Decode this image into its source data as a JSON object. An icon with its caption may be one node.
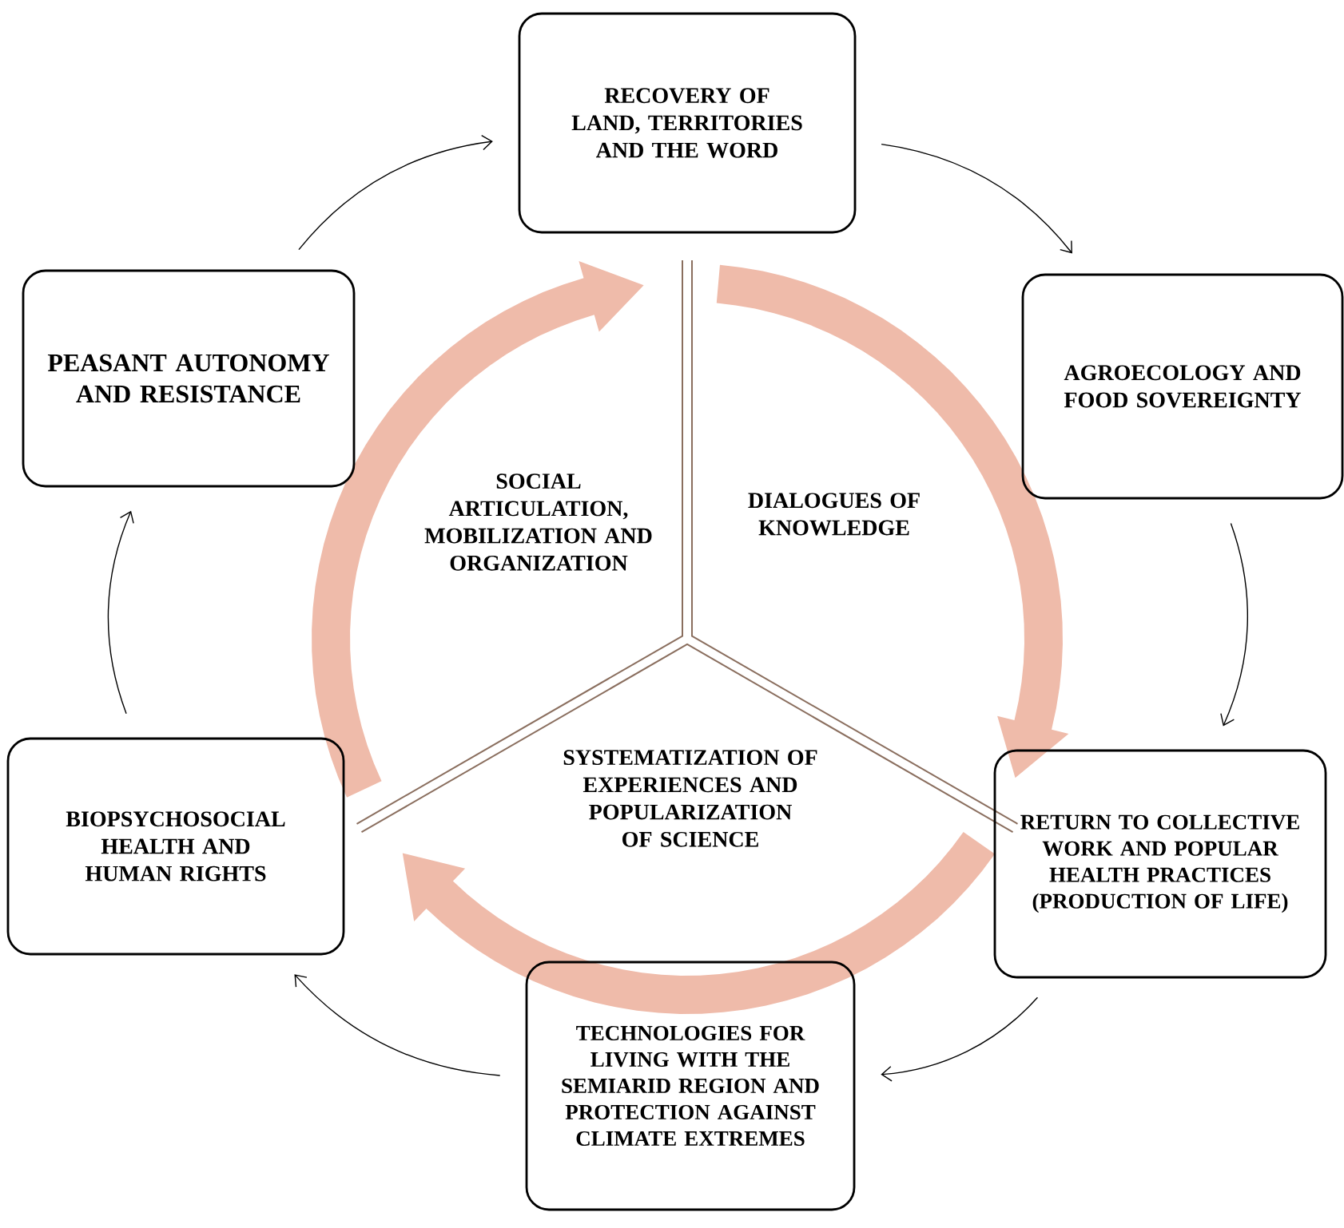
{
  "diagram": {
    "nodes": [
      {
        "text": [
          "RECOVERY OF LAND, TERRITORIES AND THE WORD"
        ]
      },
      {
        "text": [
          "PEASANT AUTONOMY AND RESISTANCE"
        ]
      },
      {
        "text": [
          "AGROECOLOGY AND FOOD SOVEREIGNTY"
        ]
      },
      {
        "text": [
          "SOCIAL ARTICULATION, MOBILIZATION AND ORGANIZATION"
        ]
      },
      {
        "text": [
          "DIALOGUES OF KNOWLEDGE"
        ]
      },
      {
        "text": [
          "SYSTEMATIZATION OF EXPERIENCES AND POPULARIZATION OF SCIENCE"
        ]
      },
      {
        "text": [
          "BIOPSYCHOSOCIAL HEALTH AND HUMAN RIGHTS"
        ]
      },
      {
        "text": [
          "RETURN TO COLLECTIVE WORK AND POPULAR HEALTH PRACTICES (PRODUCTION OF LIFE)"
        ]
      },
      {
        "text": [
          "TECHNOLOGIES FOR LIVING WITH THE SEMIARID REGION AND PROTECTION AGAINST CLIMATE EXTREMES"
        ]
      }
    ],
    "edges": [
      {
        "from": 1,
        "to": 0,
        "arrow": "to"
      },
      {
        "from": 0,
        "to": 2,
        "arrow": "to"
      },
      {
        "from": 2,
        "to": 7,
        "arrow": "to"
      },
      {
        "from": 7,
        "to": 8,
        "arrow": "to"
      },
      {
        "from": 8,
        "to": 6,
        "arrow": "to"
      },
      {
        "from": 6,
        "to": 1,
        "arrow": "to"
      }
    ]
  }
}
